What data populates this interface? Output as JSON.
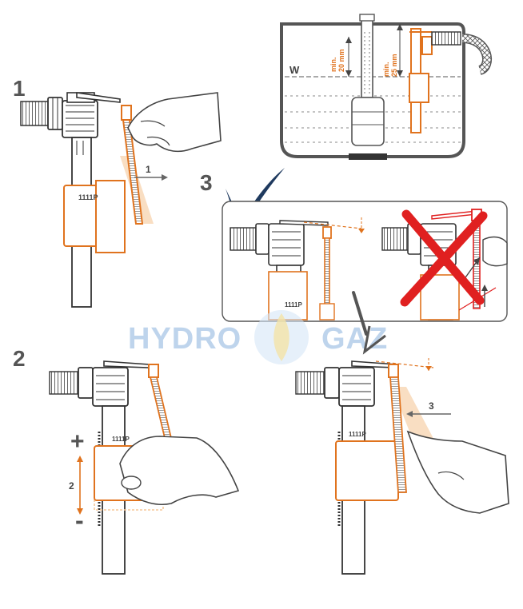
{
  "steps": {
    "s1": "1",
    "s2": "2",
    "s3": "3"
  },
  "arrows": {
    "a1": "1",
    "a2": "2",
    "a3": "3"
  },
  "adjust": {
    "plus": "+",
    "minus": "-"
  },
  "tank": {
    "water_label": "W",
    "min_label_a": "min.",
    "min_a": "20 mm",
    "min_label_b": "min.",
    "min_b": "25 mm"
  },
  "watermark": {
    "left": "HYDRO",
    "right": "GAZ"
  },
  "colors": {
    "outline": "#3a3a3a",
    "orange": "#e0731e",
    "orange_light": "#f5c89a",
    "red": "#e02020",
    "navy": "#1f3a5f",
    "skin": "#ffffff",
    "watermark": "#a9c6e6"
  }
}
